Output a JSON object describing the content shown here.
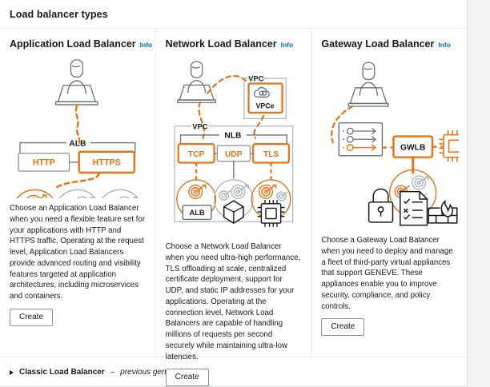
{
  "header": {
    "title": "Load balancer types"
  },
  "columns": [
    {
      "title": "Application Load Balancer",
      "info_label": "Info",
      "description": "Choose an Application Load Balancer when you need a flexible feature set for your applications with HTTP and HTTPS traffic. Operating at the request level, Application Load Balancers provide advanced routing and visibility features targeted at application architectures, including microservices and containers.",
      "create_label": "Create",
      "diagram": {
        "lb_label": "ALB",
        "listeners": [
          {
            "label": "HTTP",
            "selected": false
          },
          {
            "label": "HTTPS",
            "selected": true
          }
        ],
        "targets": [
          "lambda-icon",
          "container-icon",
          "ec2-chip-icon"
        ],
        "client": "user-laptop-icon"
      }
    },
    {
      "title": "Network Load Balancer",
      "info_label": "Info",
      "description": "Choose a Network Load Balancer when you need ultra-high performance, TLS offloading at scale, centralized certificate deployment, support for UDP, and static IP addresses for your applications. Operating at the connection level, Network Load Balancers are capable of handling millions of requests per second securely while maintaining ultra-low latencies.",
      "create_label": "Create",
      "diagram": {
        "vpc_top_label": "VPC",
        "vpce_label": "VPCe",
        "vpc_label": "VPC",
        "lb_label": "NLB",
        "listeners": [
          {
            "label": "TCP",
            "selected": true
          },
          {
            "label": "UDP",
            "selected": false
          },
          {
            "label": "TLS",
            "selected": true
          }
        ],
        "targets": [
          "alb-box",
          "container-icon",
          "ec2-chip-icon"
        ],
        "target_box_label": "ALB",
        "client": "user-laptop-icon"
      }
    },
    {
      "title": "Gateway Load Balancer",
      "info_label": "Info",
      "description": "Choose a Gateway Load Balancer when you need to deploy and manage a fleet of third-party virtual appliances that support GENEVE. These appliances enable you to improve security, compliance, and policy controls.",
      "create_label": "Create",
      "diagram": {
        "lb_label": "GWLB",
        "route_table": "route-table-icon",
        "instance": "ec2-chip-icon",
        "appliances": [
          "lock-icon",
          "checklist-icon",
          "firewall-icon"
        ],
        "client": "user-laptop-icon"
      }
    }
  ],
  "footer": {
    "label": "Classic Load Balancer",
    "separator": " – ",
    "sublabel": "previous generation"
  },
  "colors": {
    "accent_orange": "#ec7211",
    "link_blue": "#0073bb",
    "text": "#16191f",
    "line_gray": "#687078",
    "border_gray": "#879196",
    "divider": "#e9ebed",
    "page_bg": "#f2f3f3"
  }
}
